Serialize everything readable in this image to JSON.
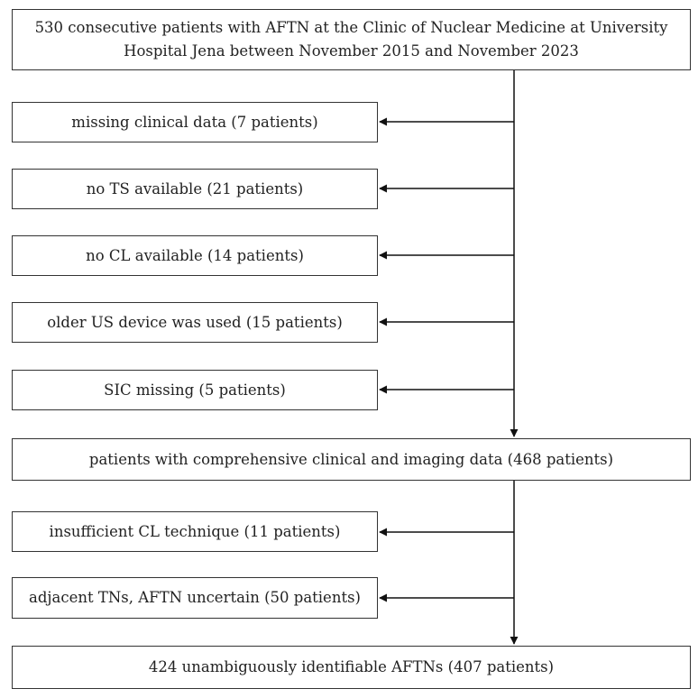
{
  "flowchart": {
    "top_box": {
      "line1": "530 consecutive patients with AFTN at the Clinic of Nuclear Medicine at University",
      "line2": "Hospital Jena between November 2015 and November 2023"
    },
    "exclusions_first": [
      {
        "label": "missing clinical data (7 patients)"
      },
      {
        "label": "no TS available (21 patients)"
      },
      {
        "label": "no CL available (14 patients)"
      },
      {
        "label": "older US device was used (15 patients)"
      },
      {
        "label": "SIC missing (5 patients)"
      }
    ],
    "middle_box": {
      "label": "patients with comprehensive clinical and imaging data (468 patients)"
    },
    "exclusions_second": [
      {
        "label": "insufficient CL technique (11 patients)"
      },
      {
        "label": "adjacent TNs, AFTN uncertain (50 patients)"
      }
    ],
    "final_box": {
      "label": "424 unambiguously identifiable AFTNs (407 patients)"
    }
  }
}
